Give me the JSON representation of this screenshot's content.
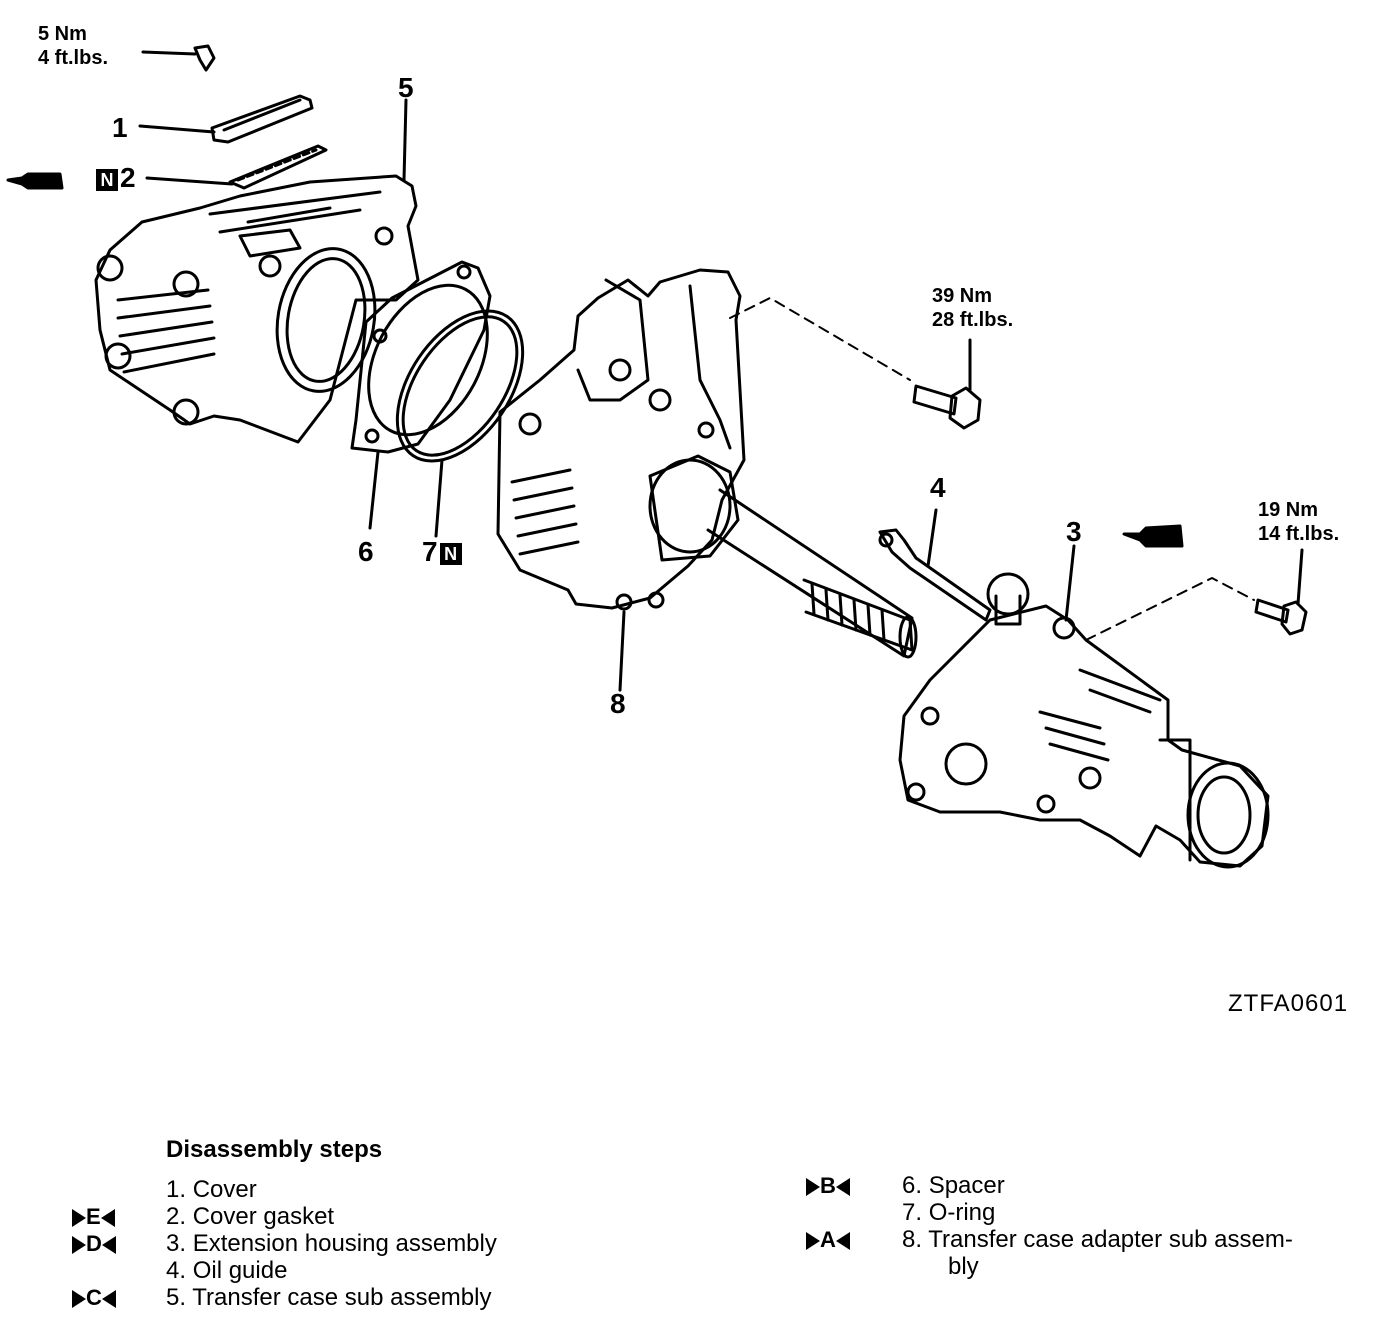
{
  "torques": {
    "t1": {
      "nm": "5 Nm",
      "ftlb": "4 ft.lbs."
    },
    "t2": {
      "nm": "39 Nm",
      "ftlb": "28 ft.lbs."
    },
    "t3": {
      "nm": "19 Nm",
      "ftlb": "14 ft.lbs."
    }
  },
  "callouts": {
    "c1": "1",
    "c2": "2",
    "c3": "3",
    "c4": "4",
    "c5": "5",
    "c6": "6",
    "c7": "7",
    "c8": "8",
    "n_badge": "N"
  },
  "figure_code": "ZTFA0601",
  "steps": {
    "title": "Disassembly steps",
    "items": [
      {
        "num": "1.",
        "text": "Cover",
        "mark": ""
      },
      {
        "num": "2.",
        "text": "Cover gasket",
        "mark": "E"
      },
      {
        "num": "3.",
        "text": "Extension housing assembly",
        "mark": "D"
      },
      {
        "num": "4.",
        "text": "Oil guide",
        "mark": ""
      },
      {
        "num": "5.",
        "text": "Transfer case sub assembly",
        "mark": "C"
      },
      {
        "num": "6.",
        "text": "Spacer",
        "mark": "B"
      },
      {
        "num": "7.",
        "text": "O-ring",
        "mark": ""
      },
      {
        "num": "8.",
        "text": "Transfer case adapter sub assem-",
        "mark": "A"
      },
      {
        "num": "",
        "text": "bly",
        "mark": ""
      }
    ]
  }
}
